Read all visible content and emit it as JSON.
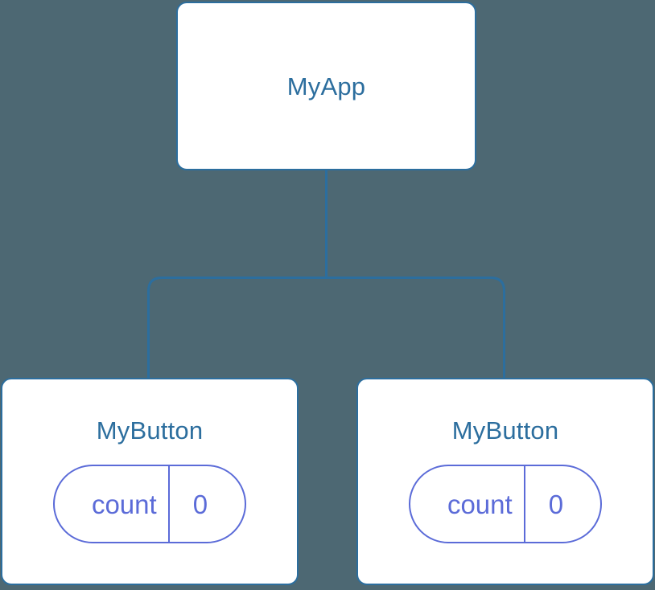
{
  "diagram": {
    "type": "component-tree",
    "background_color": "#4d6873",
    "node_border_color": "#2c6e9e",
    "node_fill_color": "#ffffff",
    "node_title_color": "#2c6e9e",
    "edge_color": "#2c6e9e",
    "prop_color": "#5b6bd8"
  },
  "root": {
    "label": "MyApp"
  },
  "children": [
    {
      "label": "MyButton",
      "prop": {
        "key": "count",
        "value": "0"
      }
    },
    {
      "label": "MyButton",
      "prop": {
        "key": "count",
        "value": "0"
      }
    }
  ]
}
